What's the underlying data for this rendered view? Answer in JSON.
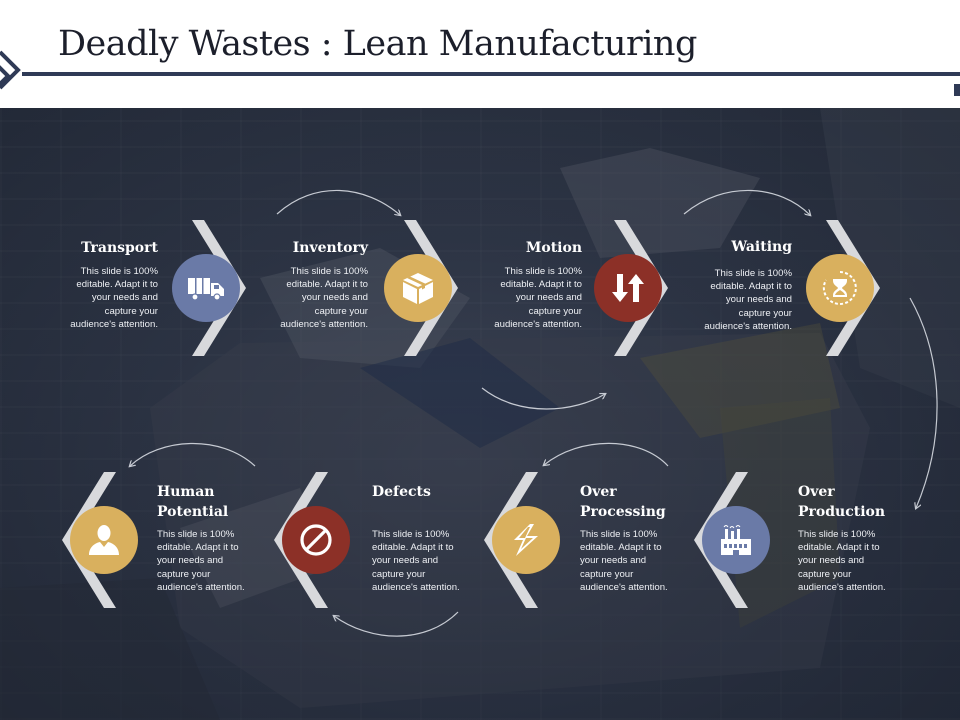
{
  "title": "Deadly Wastes : Lean Manufacturing",
  "colors": {
    "navy": "#2f3a56",
    "blue": "#6a7aa7",
    "gold": "#d9b05e",
    "red": "#8c3027",
    "chevron": "#d8d9dc"
  },
  "wastes": [
    {
      "label": "Transport",
      "description": "This slide is 100% editable. Adapt it to your needs and capture your audience's attention.",
      "icon": "truck-icon",
      "color": "blue"
    },
    {
      "label": "Inventory",
      "description": "This slide is 100% editable. Adapt it to your needs and capture your audience's attention.",
      "icon": "box-icon",
      "color": "gold"
    },
    {
      "label": "Motion",
      "description": "This slide is 100% editable. Adapt it to your needs and capture your audience's attention.",
      "icon": "up-down-arrows-icon",
      "color": "red"
    },
    {
      "label": "Waiting",
      "description": "This slide is 100% editable. Adapt it to your needs and capture your audience's attention.",
      "icon": "hourglass-icon",
      "color": "gold"
    },
    {
      "label": "Over Production",
      "description": "This slide is 100% editable. Adapt it to your needs and capture your audience's attention.",
      "icon": "factory-icon",
      "color": "blue"
    },
    {
      "label": "Over Processing",
      "description": "This slide is 100% editable. Adapt it to your needs and capture your audience's attention.",
      "icon": "lightning-icon",
      "color": "gold"
    },
    {
      "label": "Defects",
      "description": "This slide is 100% editable. Adapt it to your needs and capture your audience's attention.",
      "icon": "no-symbol-icon",
      "color": "red"
    },
    {
      "label": "Human Potential",
      "description": "This slide is 100% editable. Adapt it to your needs and capture your audience's attention.",
      "icon": "person-icon",
      "color": "gold"
    }
  ]
}
